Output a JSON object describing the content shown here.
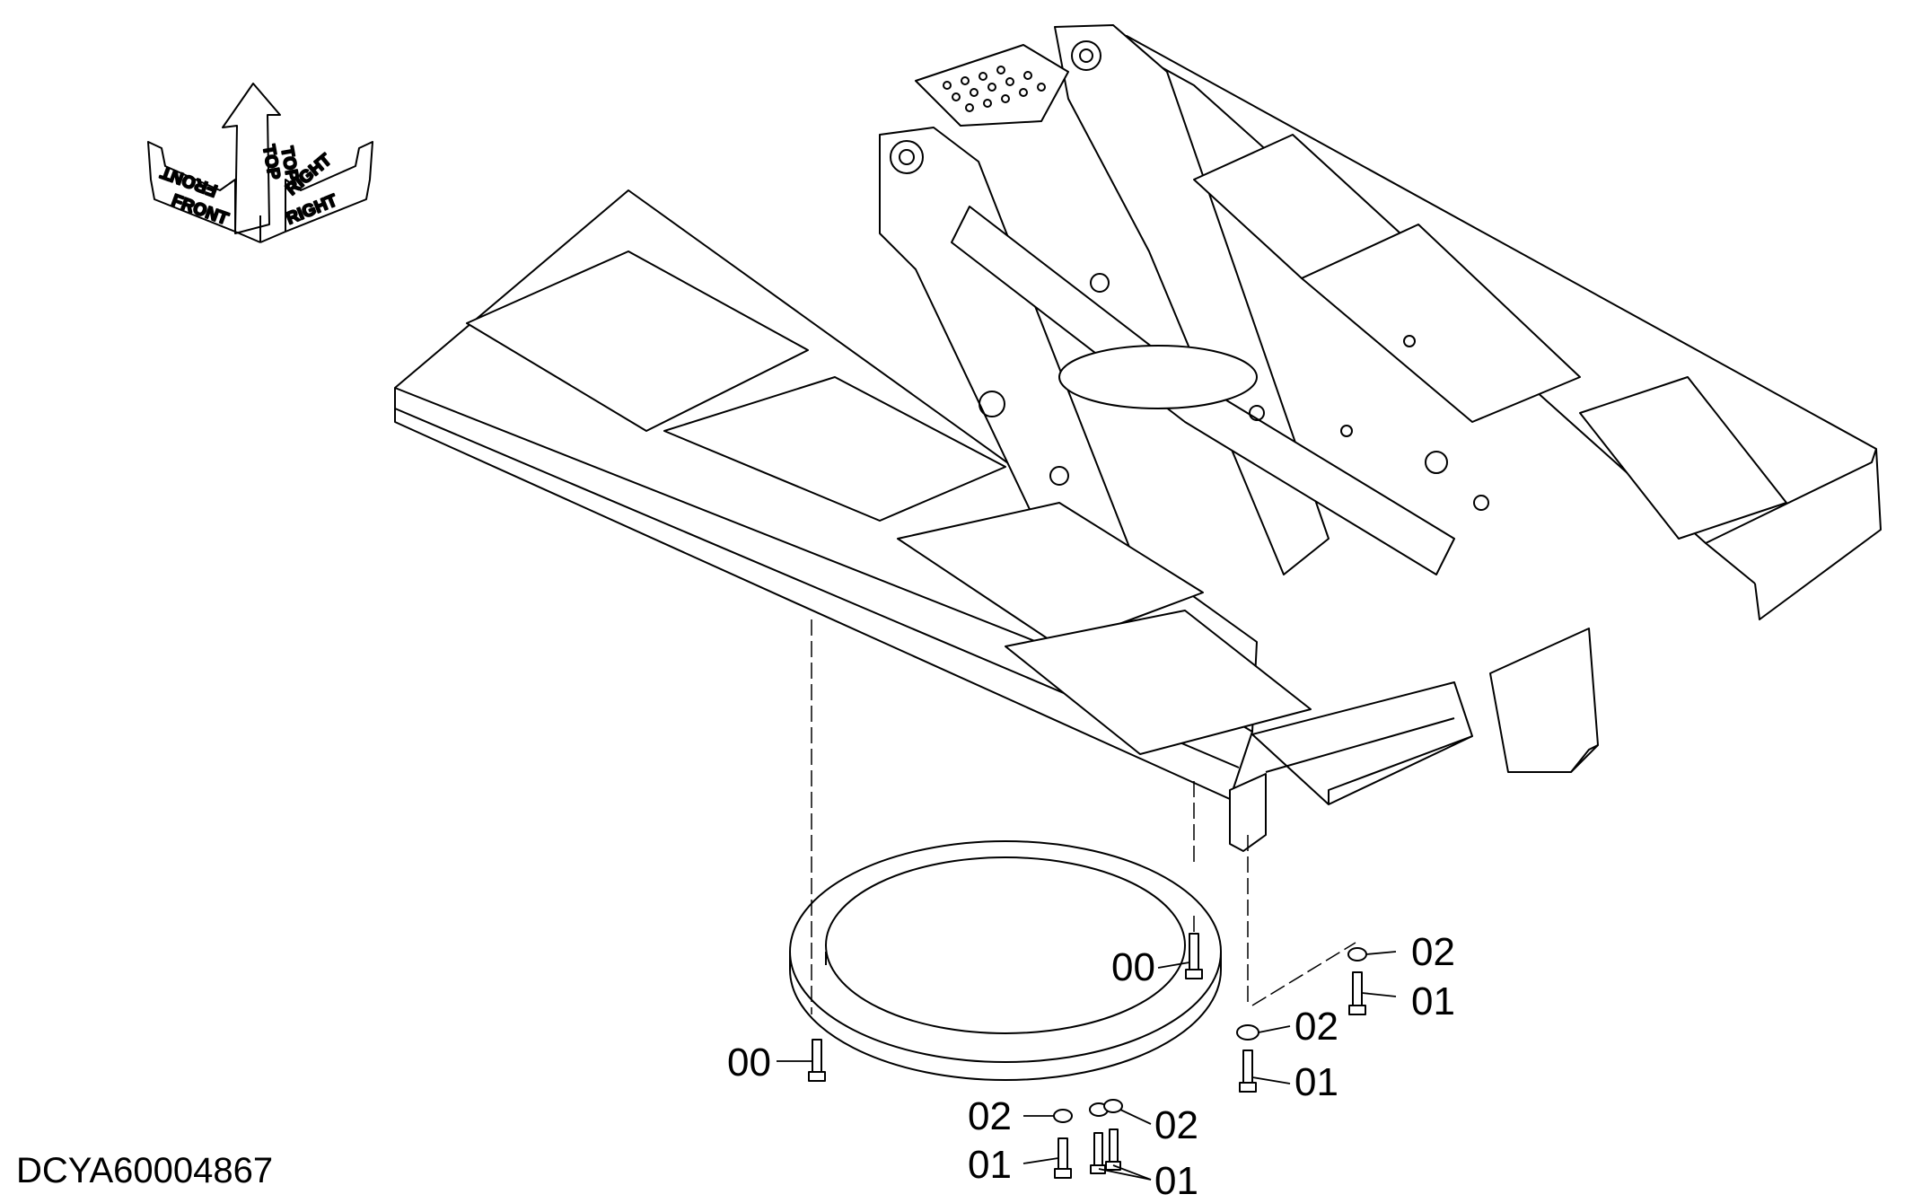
{
  "orientation": {
    "front_label": "FRONT",
    "top_label": "TOP",
    "right_label": "RIGHT"
  },
  "callouts": {
    "ring_bolt_upper": "00",
    "ring_bolt_left": "00",
    "washer_right_top": "02",
    "bolt_right_top": "01",
    "washer_right_mid": "02",
    "bolt_right_mid": "01",
    "washer_bottom_left": "02",
    "bolt_bottom_left": "01",
    "washer_bottom_right": "02",
    "bolt_bottom_right": "01"
  },
  "document_id": "DCYA60004867"
}
